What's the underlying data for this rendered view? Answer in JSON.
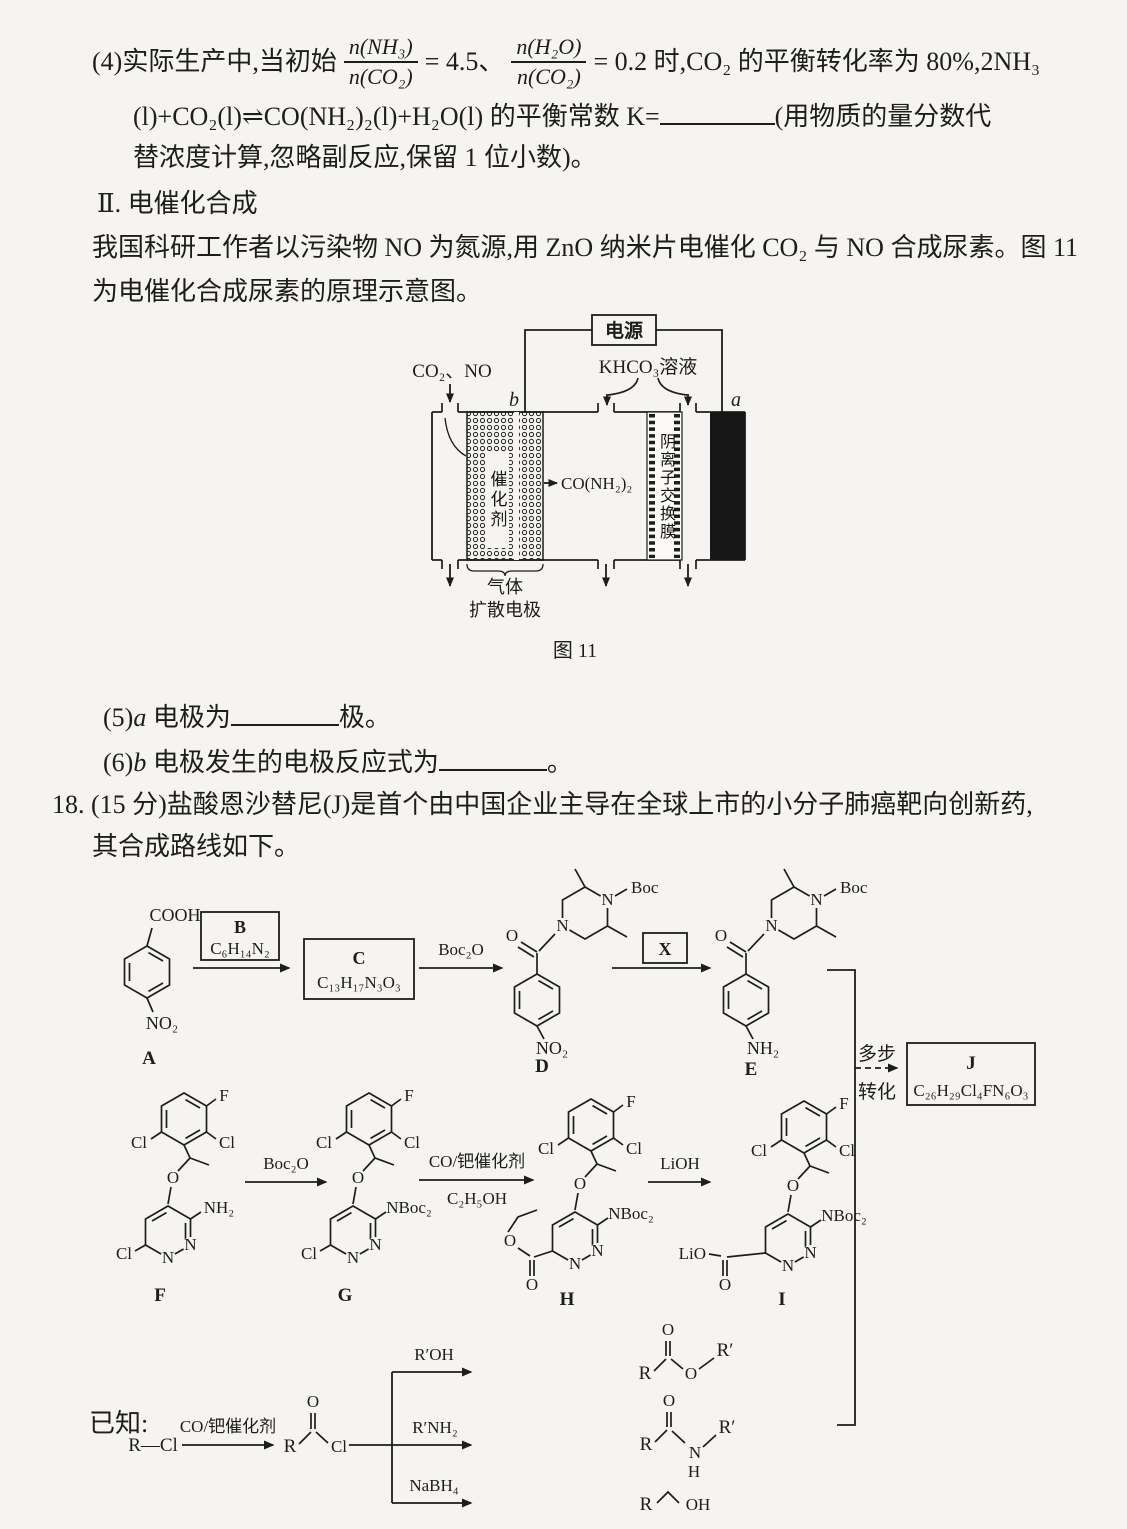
{
  "q4": {
    "prefix": "(4)实际生产中,当初始",
    "frac1": {
      "num": "n(NH₃)",
      "den": "n(CO₂)"
    },
    "mid1": "= 4.5、",
    "frac2": {
      "num": "n(H₂O)",
      "den": "n(CO₂)"
    },
    "mid2": "= 0.2 时,CO₂ 的平衡转化率为 80%,2NH₃",
    "line2a": "(l)+CO₂(l)⇌CO(NH₂)₂(l)+H₂O(l) 的平衡常数 K=",
    "line2b": "(用物质的量分数代",
    "line3": "替浓度计算,忽略副反应,保留 1 位小数)。"
  },
  "section2": {
    "heading": "Ⅱ. 电催化合成",
    "para1": "我国科研工作者以污染物 NO 为氮源,用 ZnO 纳米片电催化 CO₂ 与 NO 合成尿素。图 11",
    "para2": "为电催化合成尿素的原理示意图。"
  },
  "fig11": {
    "power": "电源",
    "solution": "KHCO₃溶液",
    "feed": "CO₂、NO",
    "electrode_b": "b",
    "electrode_a": "a",
    "catalyst": "催化剂",
    "product": "CO(NH₂)₂",
    "membrane": "阴离子交换膜",
    "gde_line1": "气体",
    "gde_line2": "扩散电极",
    "caption": "图 11"
  },
  "q5": {
    "pre": "(5)",
    "var": "a",
    "text": " 电极为",
    "suffix": "极。"
  },
  "q6": {
    "pre": "(6)",
    "var": "b",
    "text": " 电极发生的电极反应式为",
    "suffix": "。"
  },
  "q18": {
    "line1": "18. (15 分)盐酸恩沙替尼(J)是首个由中国企业主导在全球上市的小分子肺癌靶向创新药,",
    "line2": "其合成路线如下。"
  },
  "scheme": {
    "compounds": {
      "A": "A",
      "B": "B",
      "C": "C",
      "D": "D",
      "E": "E",
      "F": "F",
      "G": "G",
      "H": "H",
      "I": "I",
      "J": "J"
    },
    "formulas": {
      "B": "C₆H₁₄N₂",
      "C": "C₁₃H₁₇N₃O₃",
      "J": "C₂₆H₂₉Cl₄FN₆O₃"
    },
    "reagents": {
      "boc2o": "Boc₂O",
      "x": "X",
      "co_pd": "CO/钯催化剂",
      "etoh": "C₂H₅OH",
      "lioh": "LiOH",
      "multi1": "多步",
      "multi2": "转化"
    },
    "atoms": {
      "cooh": "COOH",
      "no2": "NO₂",
      "nh2": "NH₂",
      "o": "O",
      "n": "N",
      "f": "F",
      "cl": "Cl",
      "boc": "Boc",
      "nboc2": "NBoc₂",
      "lio": "LiO",
      "oh": "OH",
      "r": "R",
      "rp": "R′",
      "h": "H"
    }
  },
  "known": {
    "label": "已知:",
    "rcl": "R—Cl",
    "cat": "CO/钯催化剂",
    "rpoh": "R′OH",
    "rpnh2": "R′NH₂",
    "nabh4": "NaBH₄"
  }
}
